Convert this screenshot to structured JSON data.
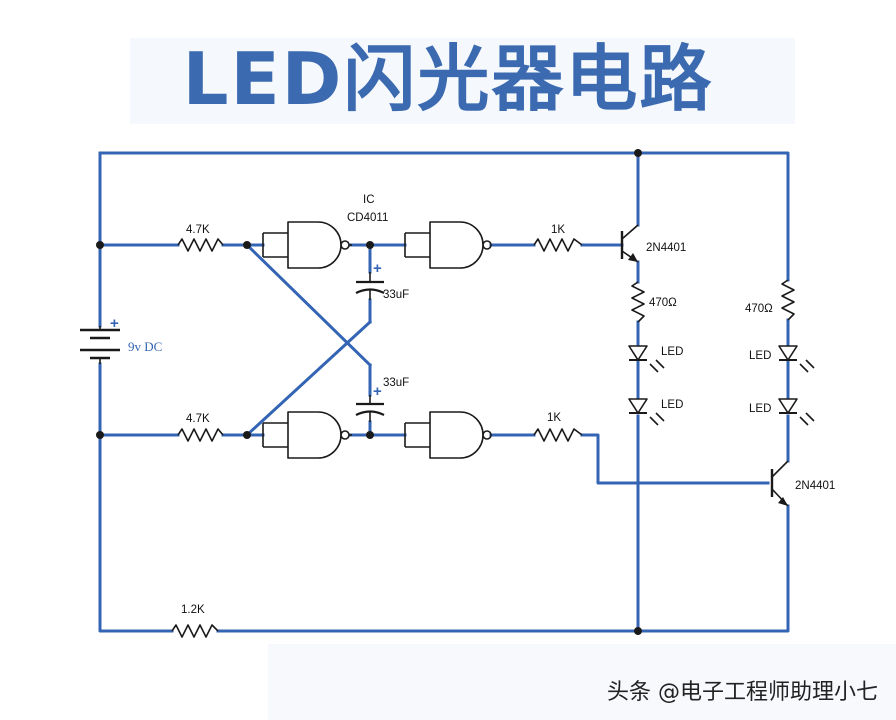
{
  "title": "LED闪光器电路",
  "labels": {
    "ic": "IC",
    "ic_part": "CD4011",
    "r_top_left": "4.7K",
    "r_bottom_left": "4.7K",
    "r_top_base": "1K",
    "r_bottom_base": "1K",
    "r_bottom": "1.2K",
    "r_led_left": "470Ω",
    "r_led_right": "470Ω",
    "cap_top": "33uF",
    "cap_bottom": "33uF",
    "cap_top_plus": "+",
    "cap_bottom_plus": "+",
    "battery": "9v DC",
    "battery_plus": "+",
    "transistor_top": "2N4401",
    "transistor_bottom": "2N4401",
    "led_1": "LED",
    "led_2": "LED",
    "led_3": "LED",
    "led_4": "LED"
  },
  "watermark": "头条 @电子工程师助理小七",
  "colors": {
    "wire": "#3465b5",
    "title": "#3b6ab0",
    "component": "#1a1a1a"
  }
}
